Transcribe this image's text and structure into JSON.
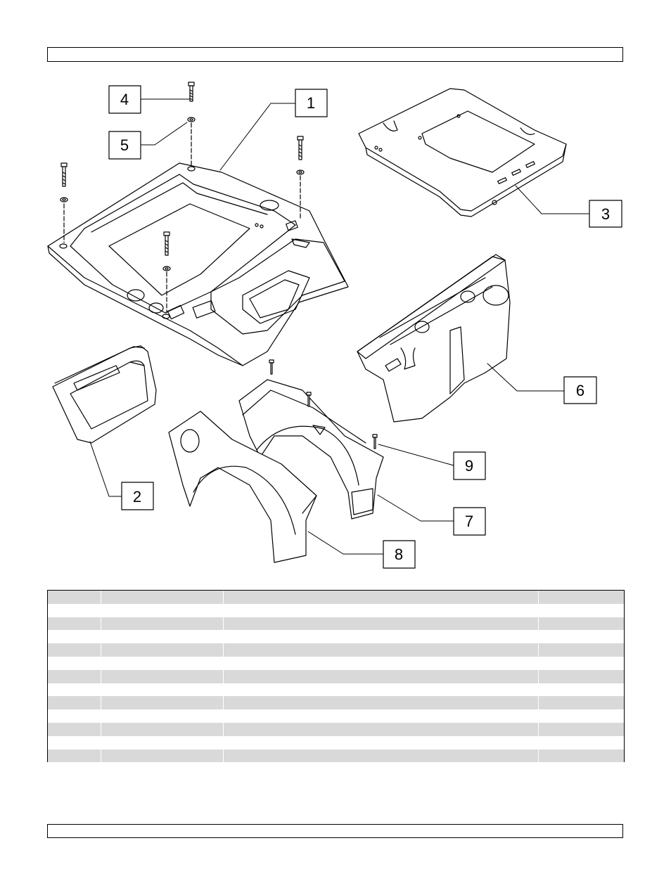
{
  "header": {
    "text": ""
  },
  "footer": {
    "text": ""
  },
  "diagram": {
    "callouts": [
      "1",
      "2",
      "3",
      "4",
      "5",
      "6",
      "7",
      "8",
      "9"
    ]
  },
  "parts_table": {
    "columns": [
      "",
      "",
      "",
      ""
    ],
    "rows": [
      [
        "",
        "",
        "",
        ""
      ],
      [
        "",
        "",
        "",
        ""
      ],
      [
        "",
        "",
        "",
        ""
      ],
      [
        "",
        "",
        "",
        ""
      ],
      [
        "",
        "",
        "",
        ""
      ],
      [
        "",
        "",
        "",
        ""
      ],
      [
        "",
        "",
        "",
        ""
      ],
      [
        "",
        "",
        "",
        ""
      ],
      [
        "",
        "",
        "",
        ""
      ],
      [
        "",
        "",
        "",
        ""
      ],
      [
        "",
        "",
        "",
        ""
      ],
      [
        "",
        "",
        "",
        ""
      ],
      [
        "",
        "",
        "",
        ""
      ]
    ]
  }
}
